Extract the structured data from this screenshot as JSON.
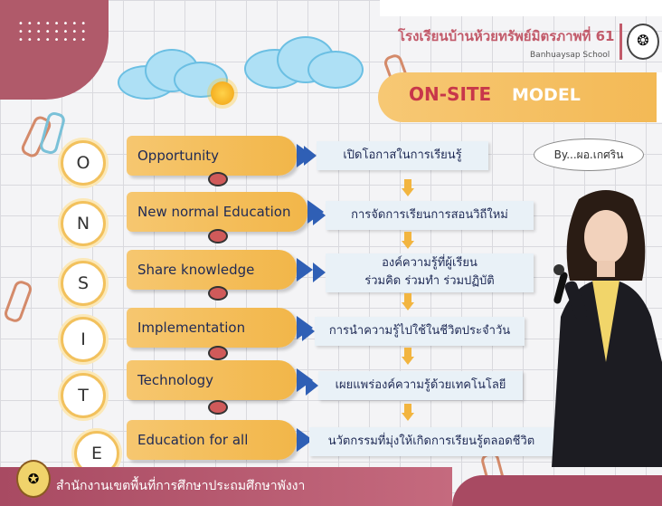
{
  "school": {
    "name_th": "โรงเรียนบ้านห้วยทรัพย์มิตรภาพที่ 61",
    "name_en": "Banhuaysap School"
  },
  "banner": {
    "part_a": "ON-SITE",
    "part_b": "MODEL"
  },
  "byline": "By...ผอ.เกศริน",
  "rows": [
    {
      "letter": "O",
      "keyword": "Opportunity",
      "description": "เปิดโอกาสในการเรียนรู้"
    },
    {
      "letter": "N",
      "keyword": "New normal Education",
      "description": "การจัดการเรียนการสอนวิถีใหม่"
    },
    {
      "letter": "S",
      "keyword": "Share knowledge",
      "description_line1": "องค์ความรู้ที่ผู้เรียน",
      "description_line2": "ร่วมคิด  ร่วมทำ  ร่วมปฏิบัติ"
    },
    {
      "letter": "I",
      "keyword": "Implementation",
      "description": "การนำความรู้ไปใช้ในชีวิตประจำวัน"
    },
    {
      "letter": "T",
      "keyword": "Technology",
      "description": "เผยแพร่องค์ความรู้ด้วยเทคโนโลยี"
    },
    {
      "letter": "E",
      "keyword": "Education for all",
      "description": "นวัตกรรมที่มุ่งให้เกิดการเรียนรู้ตลอดชีวิต"
    }
  ],
  "footer": {
    "office": "สำนักงานเขตพื้นที่การศึกษาประถมศึกษาพังงา"
  },
  "colors": {
    "accent_pink": "#b05a6a",
    "pill_yellow": "#f2b649",
    "arrow_blue": "#2f5fb5",
    "title_red": "#c8374a"
  },
  "icons": [
    "school-emblem-icon",
    "office-emblem-icon",
    "sun-icon",
    "cloud-icon",
    "paperclip-icon"
  ]
}
